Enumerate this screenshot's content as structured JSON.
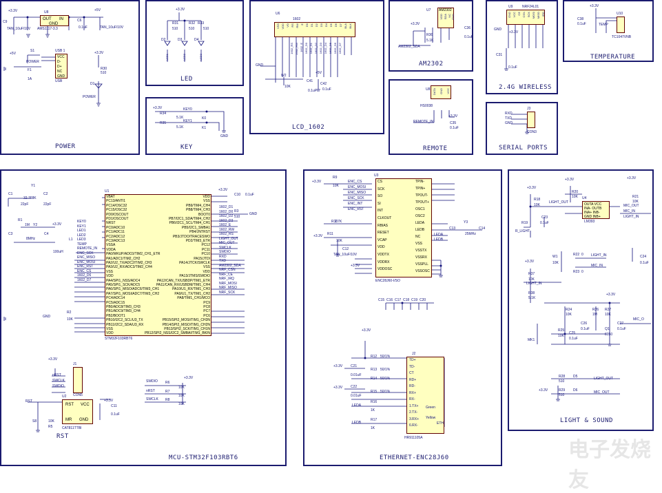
{
  "colors": {
    "frame": "#1a1a6e",
    "wire": "#10107a",
    "chip_fill": "#ffffc0",
    "chip_border": "#600000",
    "pin_text": "#a01010"
  },
  "sections": {
    "power": "POWER",
    "led": "LED",
    "key": "KEY",
    "lcd": "LCD_1602",
    "am2302": "AM2302",
    "wireless": "2.4G WIRELESS",
    "temperature": "TEMPERATURE",
    "remote": "REMOTE",
    "serial": "SERIAL PORTS",
    "mcu": "MCU-STM32F103RBT6",
    "ethernet": "ETHERNET-ENC28J60",
    "light_sound": "LIGHT & SOUND"
  },
  "power": {
    "u8_label": "U8",
    "u8_pins": [
      "OUT",
      "IN",
      "GND"
    ],
    "u8_part": "AMS1117-3.3",
    "c_left": "C9",
    "c_left_val": "TAN_10uF/10V",
    "c_right": "C6",
    "c_right_val": "0.1uF",
    "c_tan": "TAN_10uF/10V",
    "v33": "+3.3V",
    "v5": "+5V",
    "s1": "S1",
    "s1_name": "POWER",
    "usb": "USB 1",
    "usb_pins": [
      "VCC",
      "D-",
      "D+",
      "NC",
      "GND"
    ],
    "usb_name": "USB",
    "f1": "F1",
    "f1_val": "1A",
    "r30": "R30",
    "r30_val": "510",
    "d1": "D1",
    "d1_name": "POWER"
  },
  "led": {
    "v33": "+3.3V",
    "resistors": [
      "R31",
      "R32",
      "R33"
    ],
    "res_val": "510",
    "diodes": [
      "D2",
      "D3",
      "D4"
    ],
    "nets": [
      "LED1",
      "LED2",
      "LED3"
    ]
  },
  "key": {
    "v33": "+3.3V",
    "r34": "R34",
    "r35": "R35",
    "res_val": "5.1K",
    "key0": "KEY0",
    "key1": "KEY1",
    "k0": "K0",
    "k1": "K1",
    "gnd": "GND"
  },
  "lcd": {
    "u6": "U6",
    "part": "1602",
    "pins": [
      "VSS",
      "VDD",
      "VO",
      "RS",
      "RW",
      "E",
      "D0",
      "D1",
      "D2",
      "D3",
      "D4",
      "D5",
      "D6",
      "D7",
      "BLA",
      "BLK"
    ],
    "nets": [
      "1602_RS",
      "1602_RW",
      "1602_E",
      "1602_D0",
      "1602_D1",
      "1602_D2",
      "1602_D3",
      "1602_D4",
      "1602_D5",
      "1602_D6",
      "1602_D7"
    ],
    "gnd": "GND",
    "w2": "W2",
    "w2_val": "10K",
    "c41": "C41",
    "c41_val": "0.1uF",
    "v5": "+5V",
    "c42": "C42",
    "c42_val": "0.1uF"
  },
  "am2302": {
    "u7": "U7",
    "part": "AM2302",
    "pins": [
      "VDD",
      "SDA",
      "NC",
      "GND"
    ],
    "v33": "+3.3V",
    "r36": "R36",
    "r36_val": "5.1K",
    "c36": "C36",
    "c36_val": "0.1uF",
    "net": "AM2302_SDA"
  },
  "wireless": {
    "u9": "U9",
    "part": "NRF24L01",
    "pins": [
      "GND",
      "VCC",
      "CE",
      "CSN",
      "SCK",
      "MOSI",
      "MISO",
      "IRQ"
    ],
    "v33": "+3.3V",
    "c31": "C31",
    "c31_val": "0.1uF",
    "gnd": "GND"
  },
  "temperature": {
    "v33": "+3.3V",
    "c38": "C38",
    "c38_val": "0.1uF",
    "u10": "U10",
    "pin_name": "TEMP",
    "part": "TC1047VNB"
  },
  "remote": {
    "u8": "U8",
    "pins": [
      "DATA",
      "GND",
      "VCC"
    ],
    "part": "HS0038",
    "v33": "+3.3V",
    "c35": "C35",
    "c35_val": "0.1uF",
    "net": "REMOTE_IN"
  },
  "serial": {
    "j3": "J3",
    "nets": [
      "RXD",
      "TXD",
      "GND"
    ],
    "conn": "CON3"
  },
  "mcu": {
    "u1": "U1",
    "part": "STM32F103RBT6",
    "left_pins": [
      "VBAT",
      "PC13/ANTI1",
      "PC14/OSC32",
      "PC15/OSC32",
      "PD0/OSCOUT",
      "PD1/OSCOUT",
      "NRST",
      "PC0/ADC10",
      "PC1/ADC11",
      "PC2/ADC12",
      "PC3/ADC13",
      "VSSA",
      "VDDA",
      "PA0/WKUP/ADC0/TIM2_CH1_ETR",
      "PA1/ADC1/TIM2_CH2",
      "PA2/U2_TX/ADC2/TIM2_CH3",
      "PA3/U2_RX/ADC3/TIM2_CH4",
      "VSS",
      "VDD",
      "PA4/SPI1_NSS/ADC4",
      "PA5/SPI1_SCK/ADC5",
      "PA6/SPI1_MISO/ADC6/TIM3_CH1",
      "PA7/SPI1_MOSI/ADC7/TIM3_CH2",
      "PC4/ADC14",
      "PC5/ADC15",
      "PB0/ADC8/TIM3_CH3",
      "PB1/ADC9/TIM3_CH4",
      "PB2/BOOT1",
      "PB10/I2C2_SCL/U3_TX",
      "PB11/I2C2_SDA/U3_RX",
      "VSS",
      "VDD"
    ],
    "right_pins": [
      "VDD",
      "VSS",
      "PB9/TIM4_CH4",
      "PB8/TIM4_CH3",
      "BOOT0",
      "PB7/I2C1_SDA/TIM4_CH2",
      "PB6/I2C1_SCL/TIM4_CH1",
      "PB5/I2C1_SMBA1",
      "PB4/JNTRST",
      "PB3/JTDO/TRACESWO",
      "PD2/TIM3_ETR",
      "PC12",
      "PC11",
      "PC10",
      "PA15/JTDI",
      "PA14/JTCK/SWCLK",
      "VSS",
      "VDD",
      "PA13/JTMS/SWDIO",
      "PA12/CAN_TX/USBDP/TIM1_ETR",
      "PA11/CAN_RX/USBDM/TIM1_CH4",
      "PA10/U1_RX/TIM1_CH3",
      "PA9/U1_TX/TIM1_CH2",
      "PA8/TIM1_CH1/MCO",
      "PC9",
      "PC8",
      "PC7",
      "PC6",
      "PB15/SPI2_MOSI/TIM1_CH3N",
      "PB14/SPI2_MISO/TIM1_CH2N",
      "PB13/SPI2_SCK/TIM1_CH1N",
      "PB12/SPI2_NSS/I2C2_SMBAI/TIM1_BKIN"
    ],
    "left_nets": [
      "KEY0",
      "KEY1",
      "LED1",
      "LED2",
      "LED3",
      "TEMP",
      "REMOTE_IN",
      "ENC_SCK",
      "ENC_MISO",
      "ENC_MOSI",
      "ENC_RST",
      "ENC_CS",
      "1602_D6",
      "1602_D7"
    ],
    "right_nets": [
      "1602_D1",
      "1602_D0",
      "1602_D2",
      "1602_D3",
      "1602_E",
      "1602_RW",
      "1602_RS",
      "LIGHT_OUT",
      "MIC_OUT",
      "SWCLK",
      "SWDIO",
      "RXD",
      "TXD",
      "AM2302_SDA",
      "NRF_CSN",
      "NRF_CE",
      "NRF_IRQ",
      "NRF_MOSI",
      "NRF_MISO",
      "NRF_SCK"
    ],
    "y1": "Y1",
    "y1_val": "32.768K",
    "y2": "Y2",
    "y2_val": "8MHz",
    "c1": "C1",
    "c1_val": "22pF",
    "c2": "C2",
    "c2_val": "22pF",
    "c3": "C3",
    "c4": "C4",
    "r1": "R1",
    "r1_val": "1M",
    "r2": "R2",
    "r2_val": "10K",
    "l1": "L1",
    "l1_val": "100uH",
    "c10": "C10",
    "c10_val": "0.1uF",
    "r3": "R3",
    "r3_val": "510",
    "v33": "+3.3V",
    "gnd": "GND",
    "j1": "J1",
    "j1_nets": [
      "nRST",
      "SWCLK",
      "SWDIO"
    ],
    "j1_conn": "CON5",
    "u2": "U2",
    "u2_part": "CAT811TTBI",
    "u2_pins": [
      "RST",
      "VCC",
      "MR",
      "GND"
    ],
    "s8": "S8",
    "r5": "R5",
    "r5_val": "10K",
    "c11": "C11",
    "c11_val": "0.1uF",
    "rst": "RST",
    "r6": "R6",
    "r7": "R7",
    "r8": "R8",
    "swd_nets": [
      "SWDIO",
      "nRST",
      "SWCLK"
    ]
  },
  "ethernet": {
    "u3": "U3",
    "part": "ENC28J60-I/SO",
    "left_pins": [
      "CS",
      "SCK",
      "SO",
      "SI",
      "INT",
      "CLKOUT",
      "RBIAS",
      "RESET",
      "VCAP",
      "VDD",
      "VDDTX",
      "VDDRX",
      "VDDOSC"
    ],
    "right_pins": [
      "TPIN-",
      "TPIN+",
      "TPOUT-",
      "TPOUT+",
      "OSC1",
      "OSC2",
      "LEDA",
      "LEDB",
      "NC",
      "VSS",
      "VSSTX",
      "VSSRX",
      "VSSPLL",
      "VSSOSC"
    ],
    "nets": [
      "ENC_CS",
      "ENC_MOSI",
      "ENC_MISO",
      "ENC_SCK",
      "ENC_INT",
      "ENC_RST"
    ],
    "r9": "R9",
    "r9_val": "10K",
    "r10": "R10",
    "r10_val": "2.7K",
    "r11": "R11",
    "r11_val": "10K",
    "c12": "C12",
    "c12_val": "TAN_10uF/10V",
    "y3": "Y3",
    "y3_val": "25MHz",
    "c13": "C13",
    "c14": "C14",
    "caps": [
      "C15",
      "C16",
      "C17",
      "C18",
      "C19",
      "C20"
    ],
    "cap_val": "0.1uF",
    "j2": "J2",
    "j2_part": "HR911105A",
    "j2_pins": [
      "TD+",
      "TD-",
      "CT",
      "RD+",
      "RD-",
      "RX+",
      "RX-",
      "1.TX+",
      "2.TX-",
      "3.RX+",
      "6.RX-"
    ],
    "r12": "R12",
    "r13": "R13",
    "r14": "R14",
    "r15": "R15",
    "r_val": "50/1%",
    "c21": "C21",
    "c22": "C22",
    "c_val2": "0.01uF",
    "r16": "R16",
    "r17": "R17",
    "r_1k": "1K",
    "leda": "LEDA",
    "ledb": "LEDB",
    "green": "Green",
    "yellow": "Yellow",
    "eth": "ETH",
    "v33": "+3.3V"
  },
  "light_sound": {
    "u4": "U4",
    "part": "LM393",
    "pins": [
      "OUTA VCC",
      "INA- OUTB",
      "INA+ INB-",
      "GND INB+"
    ],
    "v33": "+3.3V",
    "r18": "R18",
    "r19": "R19",
    "r20": "R20",
    "r21": "R21",
    "r_val": "10K",
    "c23": "C23",
    "c23_val": "0.1uF",
    "r_light": "R_LIGHT",
    "nets": [
      "LIGHT_OUT",
      "LIGHT_IN",
      "MIC_IN",
      "MIC_OUT",
      "MIC_O"
    ],
    "w1": "W1",
    "w1_val": "10K",
    "r22": "R22",
    "r23": "R23",
    "r22_val": "0",
    "c24": "C24",
    "c24_val": "0.1uF",
    "r37": "R37",
    "r38": "R38",
    "r38_val": "5.1K",
    "r24": "R24",
    "r25": "R25",
    "r26": "R26",
    "r27": "R27",
    "r26_val": "1M",
    "r27_val": "10K",
    "c25": "C25",
    "c26": "C26",
    "c27": "C27",
    "c_val": "0.1uF",
    "q1": "Q1",
    "q1_part": "8050",
    "mk1": "MK1",
    "r28": "R28",
    "r29": "R29",
    "r28_val": "510",
    "d5": "D5",
    "d6": "D6"
  },
  "watermark": "电子发烧友"
}
